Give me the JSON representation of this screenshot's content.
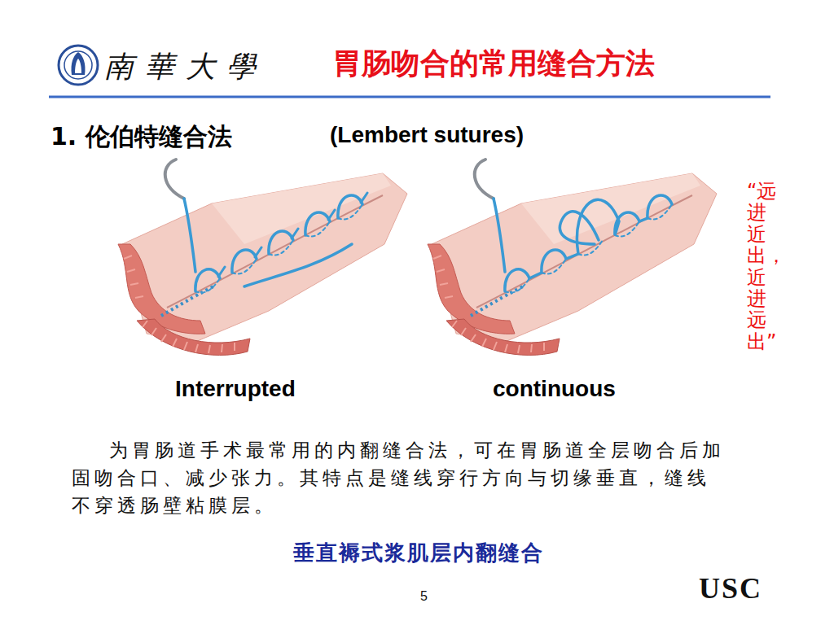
{
  "diagram": {
    "title": "胃肠吻合的常用缝合方法",
    "labels": [
      "南華大學",
      "1. 伦伯特缝合法",
      "(Lembert sutures)",
      "Interrupted",
      "continuous",
      "“远进近出，近进远出”",
      "为胃肠道手术最常用的内翻缝合法，可在胃肠道全层吻合后加固吻合口、减少张力。其特点是缝线穿行方向与切缘垂直，缝线不穿透肠壁粘膜层。",
      "垂直褥式浆肌层内翻缝合",
      "5",
      "USC"
    ]
  }
}
